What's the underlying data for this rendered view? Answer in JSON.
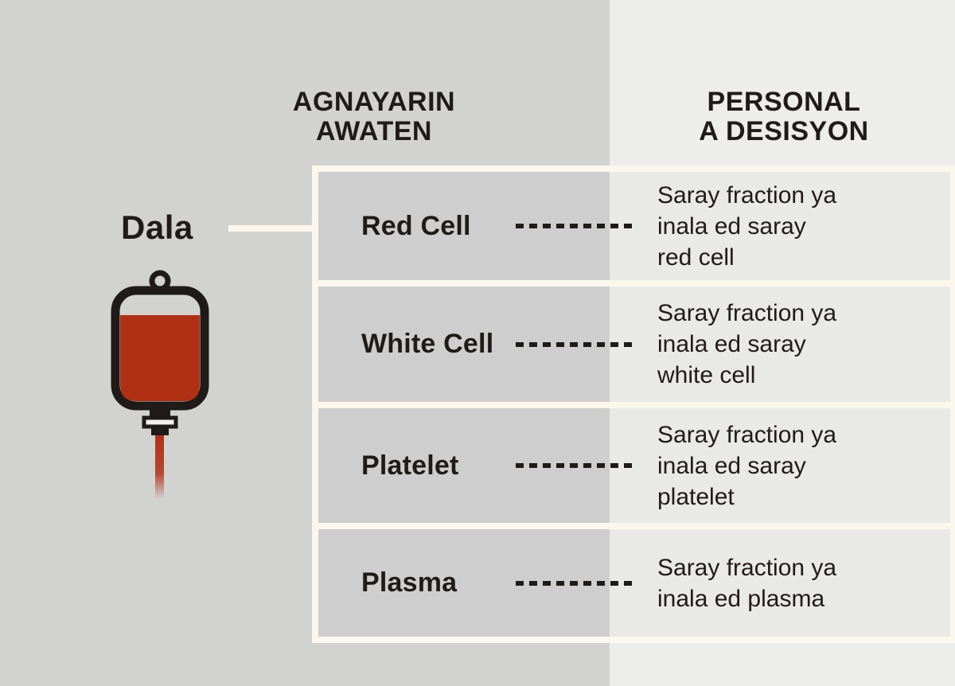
{
  "headers": {
    "received": {
      "title": "AGNAYARIN\nAWATEN"
    },
    "decision": {
      "title": "PERSONAL\nA DESISYON"
    }
  },
  "source": {
    "label": "Dala"
  },
  "rows": [
    {
      "component": "Red Cell",
      "decision": "Saray fraction ya\ninala ed saray\nred cell"
    },
    {
      "component": "White Cell",
      "decision": "Saray fraction ya\ninala ed saray\nwhite cell"
    },
    {
      "component": "Platelet",
      "decision": "Saray fraction ya\ninala ed saray\nplatelet"
    },
    {
      "component": "Plasma",
      "decision": "Saray fraction ya\ninala ed plasma"
    }
  ],
  "icons": [
    {
      "name": "blood-bag-icon",
      "meaning": "bag of donated whole blood with tube"
    }
  ],
  "colors": {
    "ink": "#1f1b18",
    "cream": "#fcf7ec",
    "bg_left": "#d2d2d1",
    "bg_right": "#ededeb",
    "cell_left": "#cecece",
    "cell_right": "#e9e9e7",
    "blood_red": "#b03015"
  }
}
